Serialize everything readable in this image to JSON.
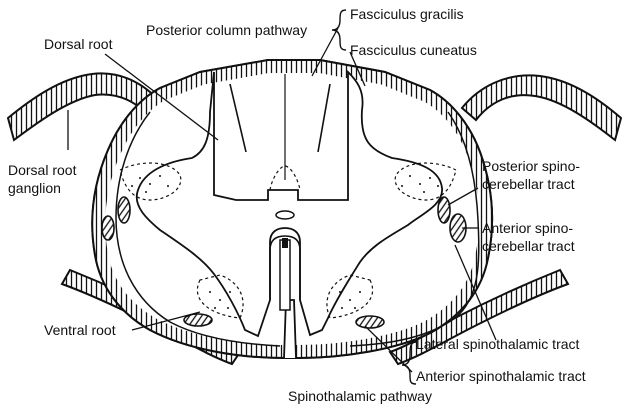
{
  "labels": {
    "posterior_column_pathway": "Posterior column pathway",
    "fasciculus_gracilis": "Fasciculus gracilis",
    "fasciculus_cuneatus": "Fasciculus cuneatus",
    "dorsal_root": "Dorsal root",
    "dorsal_root_ganglion_1": "Dorsal root",
    "dorsal_root_ganglion_2": "ganglion",
    "posterior_spinocerebellar_1": "Posterior spino-",
    "posterior_spinocerebellar_2": "cerebellar tract",
    "anterior_spinocerebellar_1": "Anterior spino-",
    "anterior_spinocerebellar_2": "cerebellar tract",
    "ventral_root": "Ventral root",
    "lateral_spinothalamic": "Lateral spinothalamic tract",
    "anterior_spinothalamic": "Anterior spinothalamic tract",
    "spinothalamic_pathway": "Spinothalamic pathway"
  },
  "colors": {
    "ink": "#111111",
    "paper": "#ffffff"
  }
}
